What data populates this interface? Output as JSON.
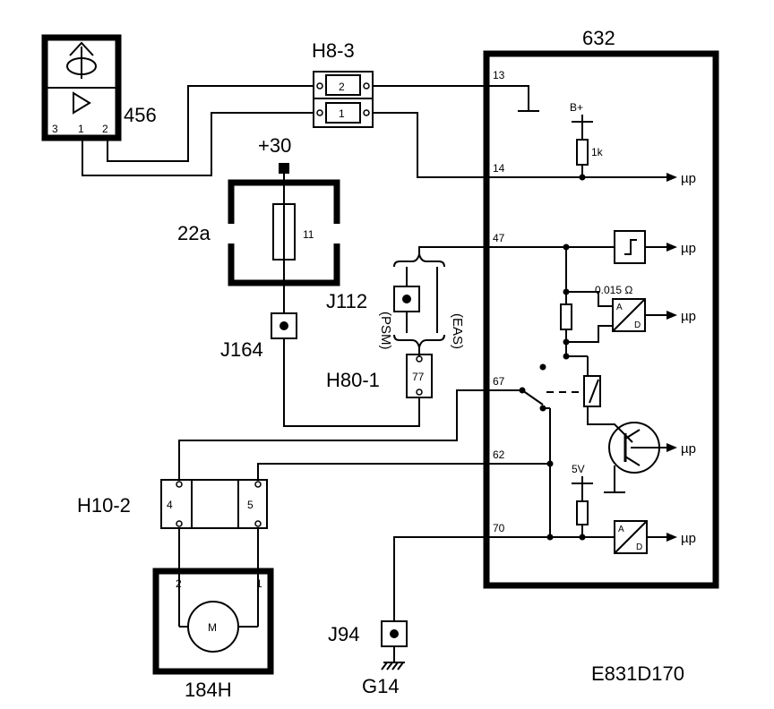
{
  "labels": {
    "module": "632",
    "sensor": "456",
    "sensor_pins": [
      "3",
      "1",
      "2"
    ],
    "connector_h8": "H8-3",
    "h8_pins": [
      "2",
      "1"
    ],
    "supply": "+30",
    "fuse_box": "22a",
    "fuse": "11",
    "j164": "J164",
    "j112": "J112",
    "psm": "(PSM)",
    "eas": "(EAS)",
    "connector_h80": "H80-1",
    "h80_pin": "77",
    "connector_h10": "H10-2",
    "h10_pins": [
      "4",
      "5"
    ],
    "motor_box": "184H",
    "motor": "M",
    "motor_pins": [
      "2",
      "1"
    ],
    "j94": "J94",
    "ground": "G14",
    "code": "E831D170",
    "module_pins": [
      "13",
      "14",
      "47",
      "67",
      "62",
      "70"
    ],
    "bplus": "B+",
    "r1k": "1k",
    "ohm": "0.015 Ω",
    "five_v": "5V",
    "up": "µp",
    "ad_a": "A",
    "ad_d": "D"
  }
}
